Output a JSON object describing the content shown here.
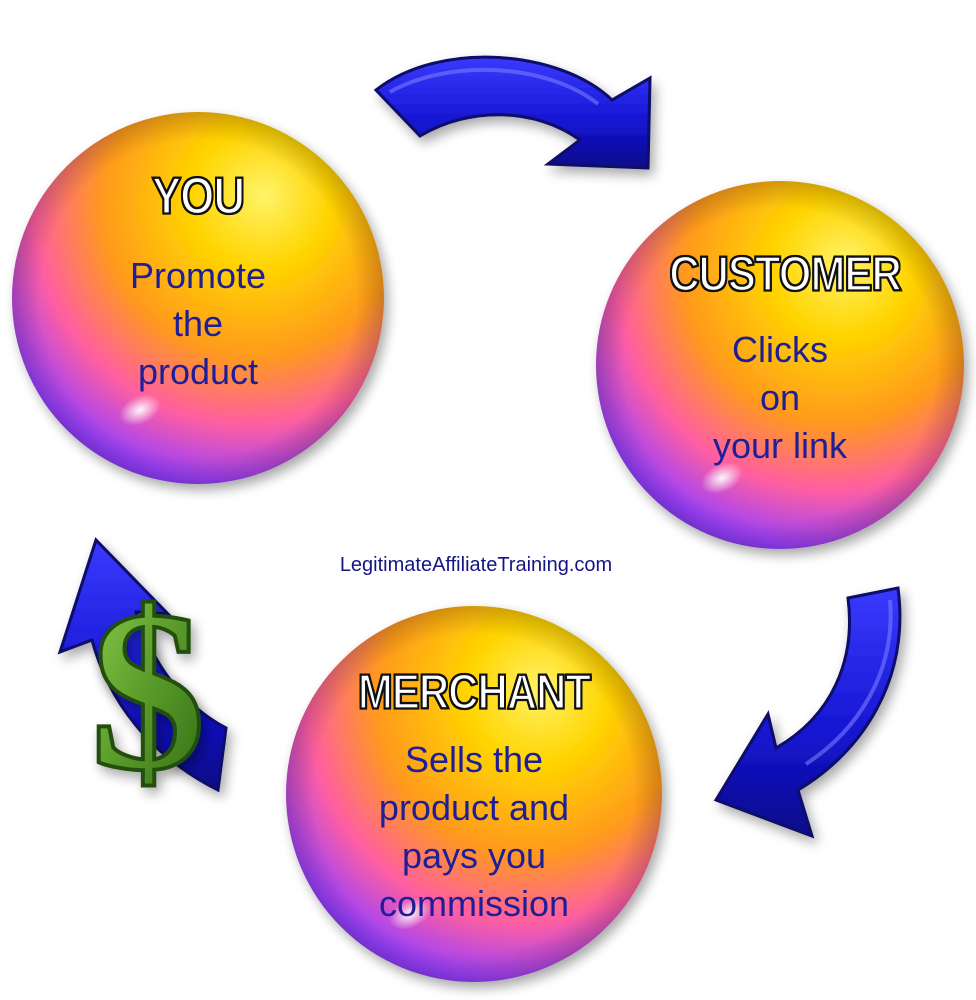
{
  "diagram": {
    "nodes": [
      {
        "id": "you",
        "title": "YOU",
        "lines": [
          "Promote",
          "the",
          "product"
        ]
      },
      {
        "id": "customer",
        "title": "CUSTOMER",
        "lines": [
          "Clicks",
          "on",
          "your link"
        ]
      },
      {
        "id": "merchant",
        "title": "MERCHANT",
        "lines": [
          "Sells the",
          "product and",
          "pays you",
          "commission"
        ]
      }
    ],
    "flow": [
      "you",
      "customer",
      "merchant",
      "you"
    ],
    "money_symbol": "$",
    "source_label": "LegitimateAffiliateTraining.com",
    "colors": {
      "arrow": "#1a1ad8",
      "arrow_dark": "#0a0a8a",
      "text": "#1e1e96",
      "dollar": "#5a9a2a",
      "ball_top": "#ffd200",
      "ball_mid": "#ff9a1a",
      "ball_bottom": "#7a3cff"
    }
  }
}
